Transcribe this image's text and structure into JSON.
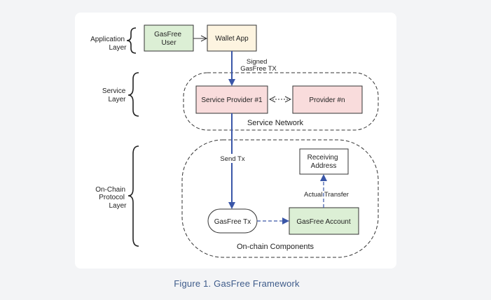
{
  "layers": {
    "application": [
      "Application",
      "Layer"
    ],
    "service": [
      "Service",
      "Layer"
    ],
    "onchain": [
      "On-Chain",
      "Protocol",
      "Layer"
    ]
  },
  "nodes": {
    "gasfree_user": [
      "GasFree",
      "User"
    ],
    "wallet_app": "Wallet App",
    "service_provider": "Service Provider #1",
    "provider_n": "Provider #n",
    "receiving_address": [
      "Receiving",
      "Address"
    ],
    "gasfree_tx": "GasFree Tx",
    "gasfree_account": "GasFree Account"
  },
  "groups": {
    "service_network": "Service Network",
    "onchain_components": "On-chain Components"
  },
  "edges": {
    "signed_tx": [
      "Signed",
      "GasFree TX"
    ],
    "send_tx": "Send Tx",
    "actual_transfer": "Actual Transfer"
  },
  "caption": "Figure 1. GasFree Framework",
  "colors": {
    "user_fill": "#dcefd5",
    "wallet_fill": "#fdf4e0",
    "provider_fill": "#f9dcdc",
    "account_fill": "#dcefd5",
    "arrow": "#3a56a8",
    "caption": "#3e5b8a"
  }
}
